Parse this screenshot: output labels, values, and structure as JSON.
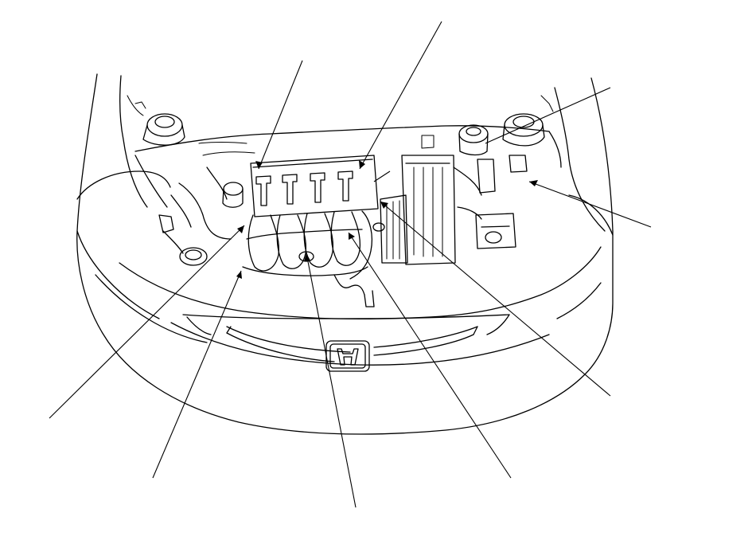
{
  "diagram": {
    "title": "",
    "subject": "engine-compartment-front-view",
    "line_color": "#000000",
    "background": "#ffffff",
    "callouts": [
      {
        "id": "callout-1",
        "label": ""
      },
      {
        "id": "callout-2",
        "label": ""
      },
      {
        "id": "callout-3",
        "label": ""
      },
      {
        "id": "callout-4",
        "label": ""
      },
      {
        "id": "callout-5",
        "label": ""
      },
      {
        "id": "callout-6",
        "label": ""
      },
      {
        "id": "callout-7",
        "label": ""
      },
      {
        "id": "callout-8",
        "label": ""
      },
      {
        "id": "callout-9",
        "label": ""
      }
    ]
  }
}
